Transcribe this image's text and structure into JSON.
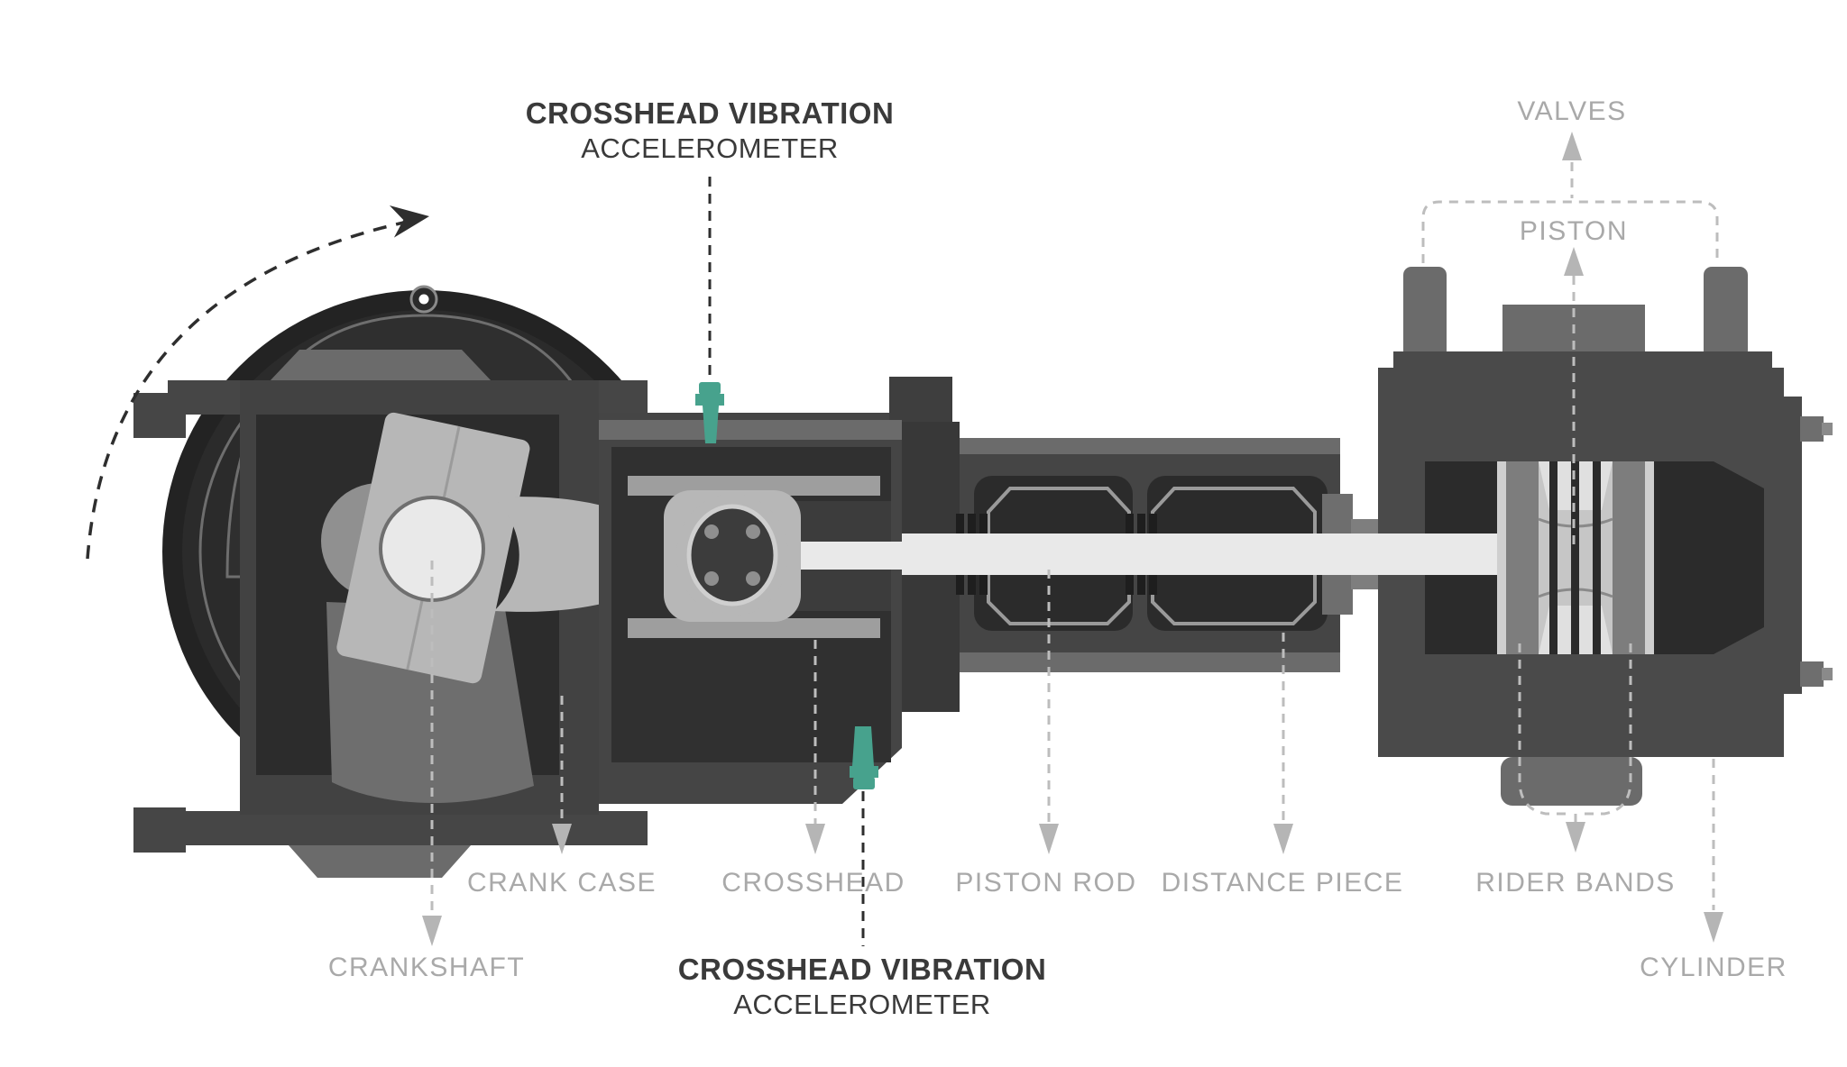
{
  "diagram": {
    "accelerometer_top": {
      "line1": "CROSSHEAD VIBRATION",
      "line2": "ACCELEROMETER"
    },
    "accelerometer_bottom": {
      "line1": "CROSSHEAD VIBRATION",
      "line2": "ACCELEROMETER"
    },
    "part_labels": {
      "valves": "VALVES",
      "piston": "PISTON",
      "crankshaft": "CRANKSHAFT",
      "crank_case": "CRANK CASE",
      "crosshead": "CROSSHEAD",
      "piston_rod": "PISTON ROD",
      "distance_piece": "DISTANCE PIECE",
      "rider_bands": "RIDER BANDS",
      "cylinder": "CYLINDER"
    },
    "colors": {
      "sensor_teal": "#47a28d",
      "label_gray": "#a9a9a9",
      "label_dark": "#3a3a3a",
      "pointer_gray": "#bdbdbd",
      "machine_darkest": "#232323",
      "machine_dark": "#2b2b2b",
      "machine_housing": "#454545",
      "machine_medium": "#6b6b6b",
      "machine_light": "#b7b7b7",
      "machine_lightest": "#e9e9e9",
      "background": "#ffffff"
    }
  }
}
